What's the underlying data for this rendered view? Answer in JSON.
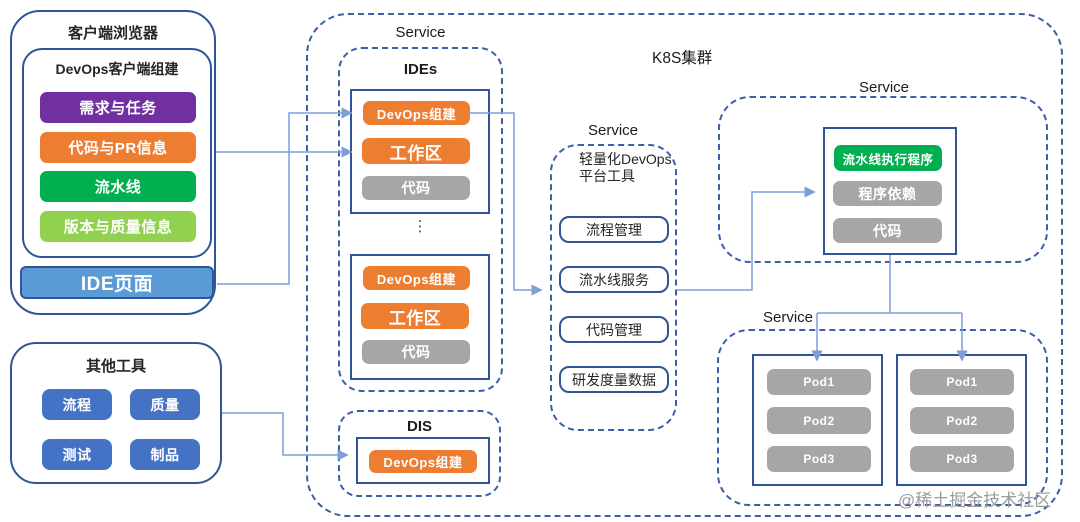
{
  "client_browser": {
    "title": "客户端浏览器",
    "devops_client": {
      "title": "DevOps客户端组建",
      "items": [
        {
          "label": "需求与任务",
          "color": "#7030A0"
        },
        {
          "label": "代码与PR信息",
          "color": "#ED7D31"
        },
        {
          "label": "流水线",
          "color": "#00B050"
        },
        {
          "label": "版本与质量信息",
          "color": "#92D050"
        }
      ]
    },
    "ide_page": {
      "label": "IDE页面",
      "color": "#5B9BD5"
    }
  },
  "other_tools": {
    "title": "其他工具",
    "button_color": "#4472C4",
    "items": [
      {
        "label": "流程"
      },
      {
        "label": "质量"
      },
      {
        "label": "测试"
      },
      {
        "label": "制品"
      }
    ]
  },
  "k8s_cluster": {
    "title": "K8S集群",
    "ides_service": {
      "service_label": "Service",
      "title": "IDEs",
      "ellipsis": "⋮",
      "groups": [
        {
          "items": [
            {
              "label": "DevOps组建",
              "color": "#ED7D31"
            },
            {
              "label": "工作区",
              "color": "#ED7D31"
            },
            {
              "label": "代码",
              "color": "#A6A6A6"
            }
          ]
        },
        {
          "items": [
            {
              "label": "DevOps组建",
              "color": "#ED7D31"
            },
            {
              "label": "工作区",
              "color": "#ED7D31"
            },
            {
              "label": "代码",
              "color": "#A6A6A6"
            }
          ]
        }
      ]
    },
    "dis_service": {
      "title": "DIS",
      "item": {
        "label": "DevOps组建",
        "color": "#ED7D31"
      }
    },
    "platform_service": {
      "service_label": "Service",
      "title_line1": "轻量化DevOps",
      "title_line2": "平台工具",
      "items": [
        {
          "label": "流程管理"
        },
        {
          "label": "流水线服务"
        },
        {
          "label": "代码管理"
        },
        {
          "label": "研发度量数据"
        }
      ]
    },
    "executor_service": {
      "service_label": "Service",
      "items": [
        {
          "label": "流水线执行程序",
          "color": "#00B050"
        },
        {
          "label": "程序依赖",
          "color": "#A6A6A6"
        },
        {
          "label": "代码",
          "color": "#A6A6A6"
        }
      ]
    },
    "pods_service": {
      "service_label": "Service",
      "groups": [
        {
          "pods": [
            {
              "label": "Pod1"
            },
            {
              "label": "Pod2"
            },
            {
              "label": "Pod3"
            }
          ]
        },
        {
          "pods": [
            {
              "label": "Pod1"
            },
            {
              "label": "Pod2"
            },
            {
              "label": "Pod3"
            }
          ]
        }
      ]
    }
  },
  "watermark": "@稀土掘金技术社区",
  "colors": {
    "solid_border": "#2F5597",
    "dashed_border": "#3D5EA8",
    "connector": "#7E9ED8",
    "gray_chip": "#A6A6A6"
  }
}
